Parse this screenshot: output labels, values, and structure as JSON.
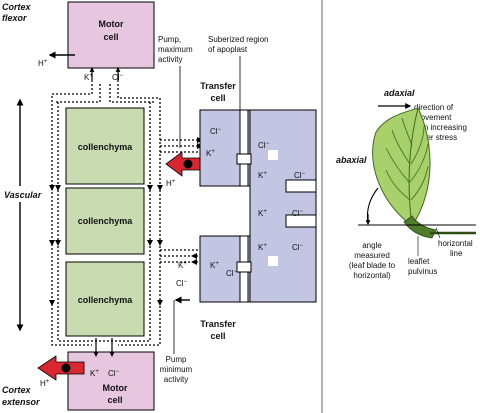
{
  "labels": {
    "cortex_flexor": [
      "Cortex",
      "flexor"
    ],
    "cortex_extensor": [
      "Cortex",
      "extensor"
    ],
    "vascular": "Vascular",
    "motor_cell_top": [
      "Motor",
      "cell"
    ],
    "motor_cell_bottom": [
      "Motor",
      "cell"
    ],
    "collenchyma": [
      "collenchyma",
      "collenchyma",
      "collenchyma"
    ],
    "transfer_cell_top": [
      "Transfer",
      "cell"
    ],
    "transfer_cell_bottom": [
      "Transfer",
      "cell"
    ],
    "pump_max": [
      "Pump,",
      "maximum",
      "activity"
    ],
    "pump_min": [
      "Pump",
      "minimum",
      "activity"
    ],
    "suberized": [
      "Suberized region",
      "of apoplast"
    ],
    "ions": {
      "h_plus": "H+",
      "k_plus": "K+",
      "cl_minus": "Cl−"
    }
  },
  "leaf_panel": {
    "adaxial": "adaxial",
    "abaxial": "abaxial",
    "direction": [
      "direction of",
      "movement",
      "with increasing",
      "water stress"
    ],
    "angle": [
      "angle",
      "measured",
      "(leaf blade to",
      "horizontal)"
    ],
    "horizontal": [
      "horizontal",
      "line"
    ],
    "pulvinus": [
      "leaflet",
      "pulvinus"
    ]
  },
  "colors": {
    "motor_cell": "#e7c6df",
    "collenchyma": "#c9dbb1",
    "transfer_cell": "#c3c6e3",
    "pump_arrow": "#d9262f",
    "leaf": "#a8d06b",
    "leaf_dark": "#3e6b1f"
  }
}
